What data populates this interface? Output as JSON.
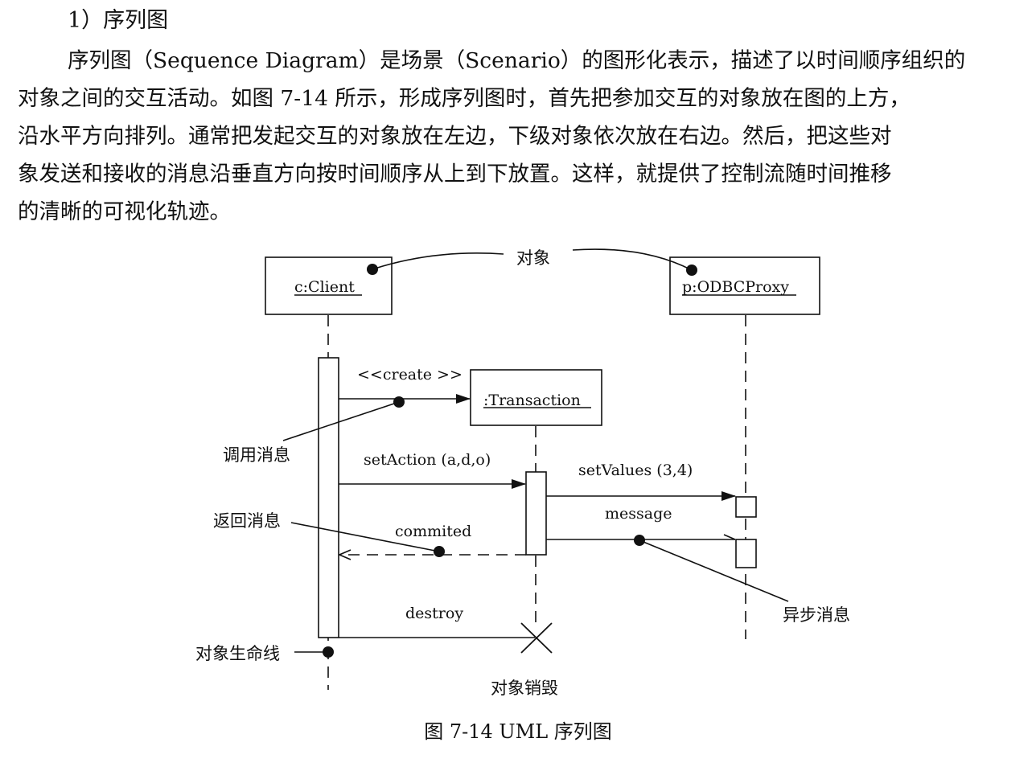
{
  "section_heading": "1）序列图",
  "paragraph_lines": [
    "序列图（Sequence Diagram）是场景（Scenario）的图形化表示，描述了以时间顺序组织的",
    "对象之间的交互活动。如图 7-14 所示，形成序列图时，首先把参加交互的对象放在图的上方，",
    "沿水平方向排列。通常把发起交互的对象放在左边，下级对象依次放在右边。然后，把这些对",
    "象发送和接收的消息沿垂直方向按时间顺序从上到下放置。这样，就提供了控制流随时间推移",
    "的清晰的可视化轨迹。"
  ],
  "diagram": {
    "objects": {
      "client": "c:Client",
      "proxy": "p:ODBCProxy",
      "transaction": ":Transaction"
    },
    "messages": {
      "create": "<<create >>",
      "set_action": "setAction  (a,d,o)",
      "set_values": "setValues  (3,4)",
      "message": "message",
      "commited": "commited",
      "destroy": "destroy"
    },
    "annotations": {
      "object": "对象",
      "call_message": "调用消息",
      "return_message": "返回消息",
      "async_message": "异步消息",
      "lifeline": "对象生命线",
      "destruction": "对象销毁"
    }
  },
  "caption": "图 7-14    UML 序列图"
}
